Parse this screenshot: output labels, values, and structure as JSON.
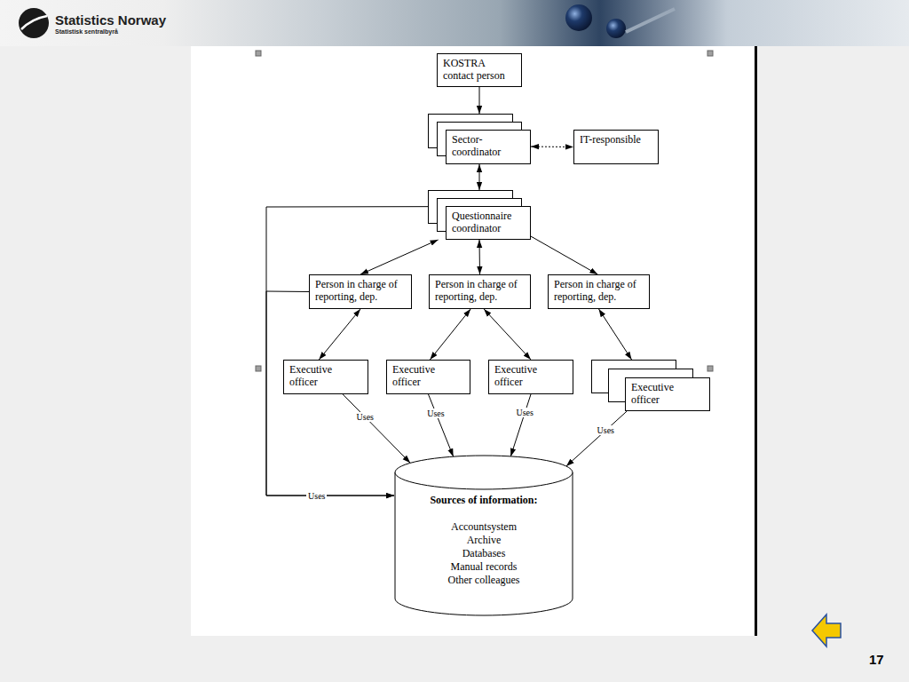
{
  "diagram": {
    "nodes": [
      {
        "text": [
          "KOSTRA contact person"
        ]
      },
      {
        "text": [
          "Sector- coordinator"
        ]
      },
      {
        "text": [
          "IT-responsible"
        ]
      },
      {
        "text": [
          "Questionnaire coordinator"
        ]
      },
      {
        "text": [
          "Person in charge of reporting, dep."
        ]
      },
      {
        "text": [
          "Person in charge of reporting, dep."
        ]
      },
      {
        "text": [
          "Person in charge of reporting, dep."
        ]
      },
      {
        "text": [
          "Executive officer"
        ]
      },
      {
        "text": [
          "Executive officer"
        ]
      },
      {
        "text": [
          "Executive officer"
        ]
      },
      {
        "text": [
          "Executive officer"
        ]
      },
      {
        "text": [
          "Sources of information:",
          "Accountsystem",
          "Archive",
          "Databases",
          "Manual records",
          "Other colleagues"
        ]
      }
    ],
    "edges": [
      {
        "from": 0,
        "to": 1,
        "arrow": "to"
      },
      {
        "from": 1,
        "to": 2,
        "arrow": "both"
      },
      {
        "from": 1,
        "to": 3,
        "arrow": "both"
      },
      {
        "from": 3,
        "to": 4,
        "arrow": "both"
      },
      {
        "from": 3,
        "to": 5,
        "arrow": "both"
      },
      {
        "from": 3,
        "to": 6,
        "arrow": "to"
      },
      {
        "from": 4,
        "to": 7,
        "arrow": "both"
      },
      {
        "from": 5,
        "to": 8,
        "arrow": "both"
      },
      {
        "from": 5,
        "to": 9,
        "arrow": "both"
      },
      {
        "from": 6,
        "to": 10,
        "arrow": "both"
      },
      {
        "from": 7,
        "to": 11,
        "label": "Uses",
        "arrow": "to"
      },
      {
        "from": 8,
        "to": 11,
        "label": "Uses",
        "arrow": "to"
      },
      {
        "from": 9,
        "to": 11,
        "label": "Uses",
        "arrow": "to"
      },
      {
        "from": 10,
        "to": 11,
        "label": "Uses",
        "arrow": "to"
      },
      {
        "from": 3,
        "to": 11,
        "label": "Uses",
        "arrow": "to"
      },
      {
        "from": 4,
        "to": 11,
        "arrow": "to"
      }
    ],
    "labels": [
      "Statistics Norway",
      "Statistisk sentralbyrå",
      "17"
    ]
  }
}
